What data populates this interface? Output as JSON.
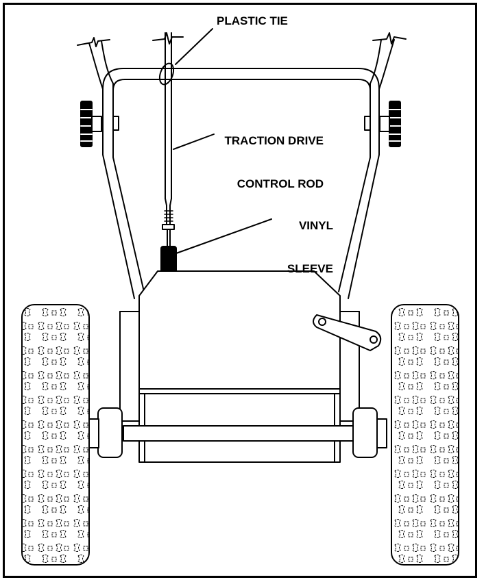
{
  "labels": {
    "plastic_tie": "PLASTIC TIE",
    "traction_rod_line1": "TRACTION DRIVE",
    "traction_rod_line2": "CONTROL ROD",
    "vinyl_sleeve_line1": "VINYL",
    "vinyl_sleeve_line2": "SLEEVE"
  },
  "colors": {
    "line": "#000000",
    "background": "#ffffff",
    "sleeve": "#000000"
  }
}
